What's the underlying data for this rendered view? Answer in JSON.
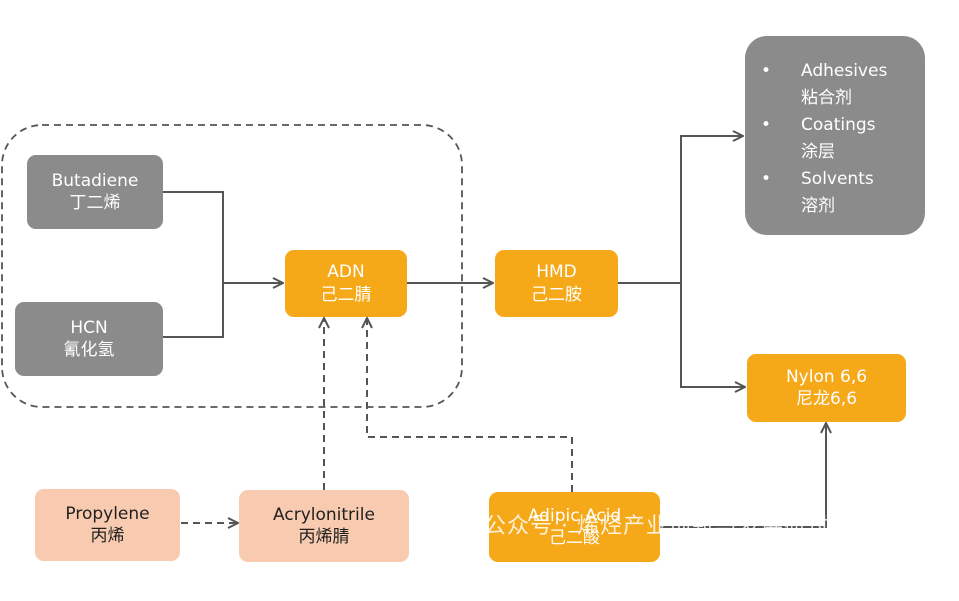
{
  "nodes": {
    "butadiene": {
      "en": "Butadiene",
      "zh": "丁二烯"
    },
    "hcn": {
      "en": "HCN",
      "zh": "氰化氢"
    },
    "adn": {
      "en": "ADN",
      "zh": "己二腈"
    },
    "hmd": {
      "en": "HMD",
      "zh": "己二胺"
    },
    "nylon": {
      "en": "Nylon 6,6",
      "zh": "尼龙6,6"
    },
    "propylene": {
      "en": "Propylene",
      "zh": "丙烯"
    },
    "acrylonitrile": {
      "en": "Acrylonitrile",
      "zh": "丙烯腈"
    },
    "adipic_acid": {
      "en": "Adipic Acid",
      "zh": "己二酸"
    }
  },
  "applications": [
    {
      "bullet": "•",
      "en": "Adhesives",
      "zh": "粘合剂"
    },
    {
      "bullet": "•",
      "en": "Coatings",
      "zh": "涂层"
    },
    {
      "bullet": "•",
      "en": "Solvents",
      "zh": "溶剂"
    }
  ],
  "watermark": {
    "icon": "wechat-icon",
    "text": "公众号 · 烯烃产业创新与发展研讨"
  },
  "colors": {
    "gray": "#8b8b8b",
    "orange": "#f5a818",
    "peach": "#f8cbb0",
    "line": "#555555"
  }
}
